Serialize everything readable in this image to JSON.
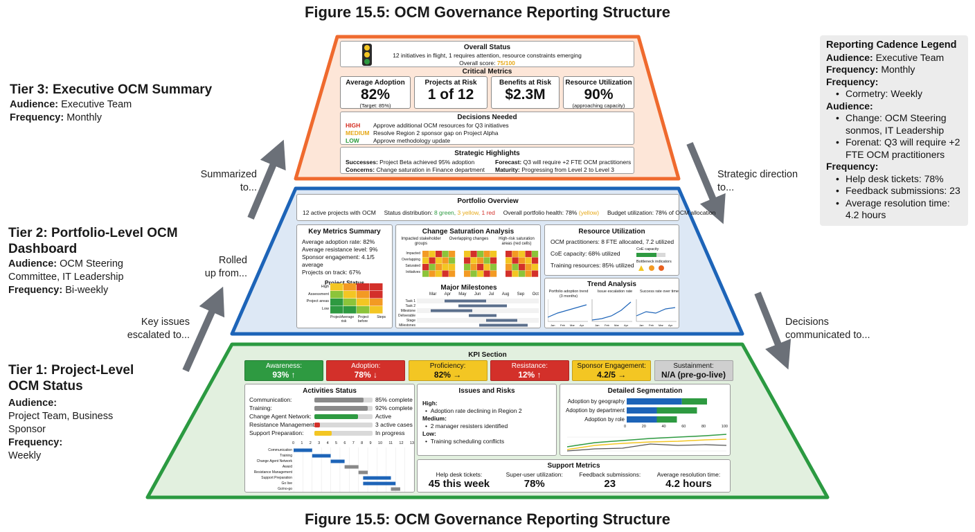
{
  "figure_title": "Figure 15.5: OCM Governance Reporting Structure",
  "tiers": {
    "tier3": {
      "title": "Tier 3: Executive OCM Summary",
      "audience_label": "Audience:",
      "audience": "Executive Team",
      "frequency_label": "Frequency:",
      "frequency": "Monthly"
    },
    "tier2": {
      "title_line1": "Tier 2: Portfolio-Level OCM",
      "title_line2": "Dashboard",
      "audience_label": "Audience:",
      "audience_line1": "OCM Steering",
      "audience_line2": "Committee, IT Leadership",
      "frequency_label": "Frequency:",
      "frequency": "Bi-weekly"
    },
    "tier1": {
      "title_line1": "Tier 1: Project-Level",
      "title_line2": "OCM Status",
      "audience_label": "Audience:",
      "audience_line1": "Project Team, Business",
      "audience_line2": "Sponsor",
      "frequency_label": "Frequency:",
      "frequency": "Weekly"
    }
  },
  "flow_labels": {
    "summarized_1": "Summarized",
    "summarized_2": "to...",
    "rolled_1": "Rolled",
    "rolled_2": "up from...",
    "escalated_1": "Key issues",
    "escalated_2": "escalated to...",
    "strategic_1": "Strategic direction",
    "strategic_2": "to...",
    "decisions_1": "Decisions",
    "decisions_2": "communicated to..."
  },
  "legend": {
    "title": "Reporting Cadence Legend",
    "line1_label": "Audience:",
    "line1_value": "Executive Team",
    "line2_label": "Frequency:",
    "line2_value": "Monthly",
    "h3": "Frequency:",
    "b3": [
      "Cormetry: Weekly"
    ],
    "h4": "Audience:",
    "b4": [
      "Change: OCM Steering sonmos, IT Leadership",
      "Forenat: Q3 will require +2 FTE OCM practitioners"
    ],
    "h5": "Frequency:",
    "b5": [
      "Help desk tickets: 78%",
      "Feedback submissions: 23",
      "Average resolution time: 4.2 hours"
    ]
  },
  "exec": {
    "overall_title": "Overall Status",
    "overall_text": "12 initiatives in flight, 1 requires attention, resource constraints emerging",
    "overall_score_label": "Overall score:",
    "overall_score": "75/100",
    "critical_title": "Critical Metrics",
    "metrics": [
      {
        "label": "Average Adoption",
        "value": "82%",
        "note": "(Target: 85%)"
      },
      {
        "label": "Projects at Risk",
        "value": "1 of 12",
        "note": ""
      },
      {
        "label": "Benefits at Risk",
        "value": "$2.3M",
        "note": ""
      },
      {
        "label": "Resource Utilization",
        "value": "90%",
        "note": "(approaching capacity)"
      }
    ],
    "decisions_title": "Decisions Needed",
    "decisions": [
      {
        "level": "HIGH",
        "text": "Approve additional OCM resources for Q3 initiatives"
      },
      {
        "level": "MEDIUM",
        "text": "Resolve Region 2 sponsor gap on Project Alpha"
      },
      {
        "level": "LOW",
        "text": "Approve methodology update"
      }
    ],
    "highlights_title": "Strategic Highlights",
    "successes_label": "Successes:",
    "successes": "Project Beta achieved 95% adoption",
    "concerns_label": "Concerns:",
    "concerns": "Change saturation in Finance department",
    "forecast_label": "Forecast:",
    "forecast": "Q3 will require +2 FTE OCM practitioners",
    "maturity_label": "Maturity:",
    "maturity": "Progressing from Level 2 to Level 3"
  },
  "portfolio": {
    "overview_title": "Portfolio Overview",
    "active": "12 active projects with OCM",
    "status_dist_label": "Status distribution:",
    "green": "8 green,",
    "yellow": "3 yellow,",
    "red": "1 red",
    "health_label": "Overall portfolio health: 78%",
    "health_note": "(yellow)",
    "budget": "Budget utilization: 78% of OCM allocation",
    "kms_title": "Key Metrics Summary",
    "kms": [
      "Average adoption rate: 82%",
      "Average resistance level: 9%",
      "Sponsor engagement: 4.1/5 average",
      "Projects on track: 67%"
    ],
    "project_status_title": "Project Status",
    "ps_rows": [
      "High",
      "Assessment",
      "Project areas",
      "Low"
    ],
    "ps_cols": [
      "Project",
      "Average risk",
      "Project before",
      "Steps"
    ],
    "saturation_title": "Change Saturation Analysis",
    "sat_sub": [
      "Impacted stakeholder groups",
      "Overlapping changes",
      "High-risk saturation areas (red cells)"
    ],
    "sat_rows": [
      "Impacted",
      "Overlapping",
      "Saturated",
      "Initiatives"
    ],
    "milestones_title": "Major Milestones",
    "months": [
      "Mar",
      "Apr",
      "May",
      "Jun",
      "Jul",
      "Aug",
      "Sep",
      "Oct"
    ],
    "ms_rows": [
      "Task 1",
      "Task 2",
      "Milestone",
      "Deliverable",
      "Stage",
      "Milestones"
    ],
    "resource_title": "Resource Utilization",
    "res_lines": [
      "OCM practitioners: 8 FTE allocated, 7.2 utilized",
      "CoE capacity: 68% utilized",
      "Training resources: 85% utilized"
    ],
    "coe_label": "CoE capacity",
    "bottleneck_label": "Bottleneck indicators",
    "trend_title": "Trend Analysis",
    "trend_subs": [
      "Portfolio adoption trend (3 months)",
      "Issue escalation rate",
      "Success rate over time"
    ],
    "trend_x": [
      "Jan",
      "Feb",
      "Mar",
      "Apr"
    ]
  },
  "project": {
    "kpi_title": "KPI Section",
    "kpis": [
      {
        "label": "Awareness:",
        "value": "93% ↑",
        "color": "#2e9a41",
        "text": "#ffffff"
      },
      {
        "label": "Adoption:",
        "value": "78% ↓",
        "color": "#d3302a",
        "text": "#ffffff"
      },
      {
        "label": "Proficiency:",
        "value": "82% →",
        "color": "#f3c623",
        "text": "#111111"
      },
      {
        "label": "Resistance:",
        "value": "12% ↑",
        "color": "#d3302a",
        "text": "#ffffff"
      },
      {
        "label": "Sponsor Engagement:",
        "value": "4.2/5 →",
        "color": "#f3c623",
        "text": "#111111"
      },
      {
        "label": "Sustainment:",
        "value": "N/A (pre-go-live)",
        "color": "#cfcfcf",
        "text": "#111111"
      }
    ],
    "activities_title": "Activities Status",
    "activities": [
      {
        "label": "Communication:",
        "status": "85% complete",
        "pct": 85,
        "color": "#8a8a8a"
      },
      {
        "label": "Training:",
        "status": "92% complete",
        "pct": 92,
        "color": "#8a8a8a"
      },
      {
        "label": "Change Agent Network:",
        "status": "Active",
        "pct": 75,
        "color": "#2e9a41"
      },
      {
        "label": "Resistance Management:",
        "status": "3 active cases",
        "pct": 10,
        "color": "#d3302a"
      },
      {
        "label": "Support Preparation:",
        "status": "In progress",
        "pct": 30,
        "color": "#f3c623"
      }
    ],
    "gantt_ticks": [
      "0",
      "1",
      "2",
      "3",
      "4",
      "5",
      "6",
      "7",
      "8",
      "9",
      "10",
      "11",
      "12",
      "13"
    ],
    "gantt_rows": [
      "Communication",
      "Training",
      "Change Agent Network",
      "Award",
      "Resistance Management",
      "Support Preparation",
      "Go live",
      "Go/no-go"
    ],
    "issues_title": "Issues and Risks",
    "issues_high": "High:",
    "issues_high_item": "Adoption rate declining in Region 2",
    "issues_med": "Medium:",
    "issues_med_item": "2 manager resisters identified",
    "issues_low": "Low:",
    "issues_low_item": "Training scheduling conflicts",
    "seg_title": "Detailed Segmentation",
    "seg_rows": [
      {
        "label": "Adoption by geography",
        "blue": 55,
        "green": 25
      },
      {
        "label": "Adoption by department",
        "blue": 30,
        "green": 40
      },
      {
        "label": "Adoption by role",
        "blue": 30,
        "green": 20
      }
    ],
    "seg_ticks": [
      "0",
      "20",
      "40",
      "60",
      "80",
      "100"
    ],
    "support_title": "Support Metrics",
    "support": [
      {
        "label": "Help desk tickets:",
        "value": "45 this week"
      },
      {
        "label": "Super-user utilization:",
        "value": "78%"
      },
      {
        "label": "Feedback submissions:",
        "value": "23"
      },
      {
        "label": "Average resolution time:",
        "value": "4.2 hours"
      }
    ]
  }
}
